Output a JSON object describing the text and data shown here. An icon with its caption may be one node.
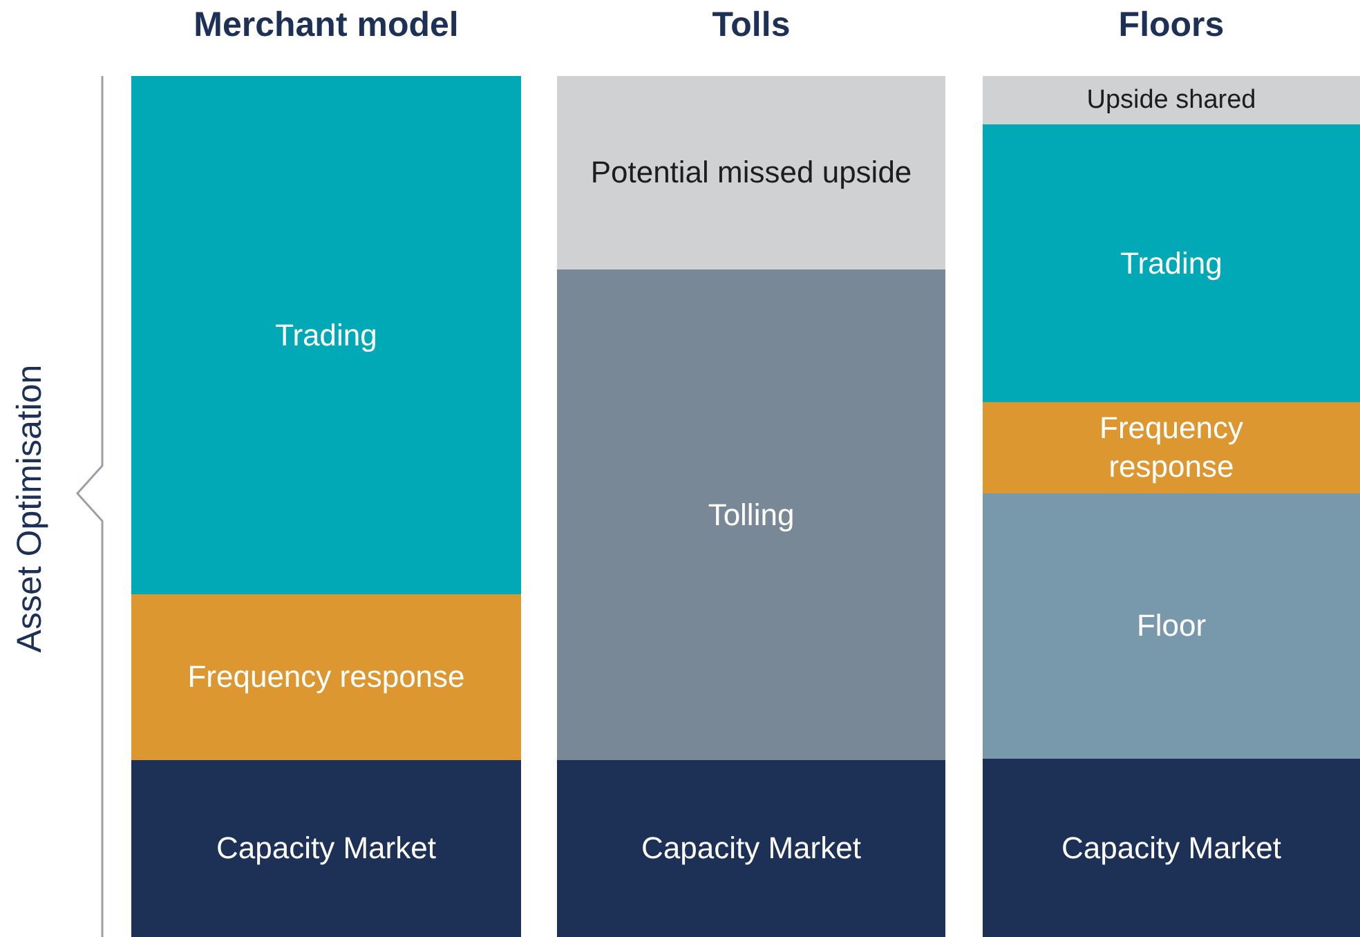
{
  "diagram": {
    "nodes": [
      {
        "text": [
          "Trading"
        ]
      },
      {
        "text": [
          "Frequency response"
        ]
      },
      {
        "text": [
          "Capacity Market"
        ]
      },
      {
        "text": [
          "Potential missed upside"
        ]
      },
      {
        "text": [
          "Tolling"
        ]
      },
      {
        "text": [
          "Capacity Market"
        ]
      },
      {
        "text": [
          "Upside shared"
        ]
      },
      {
        "text": [
          "Trading"
        ]
      },
      {
        "text": [
          "Frequency response"
        ]
      },
      {
        "text": [
          "Floor"
        ]
      },
      {
        "text": [
          "Capacity Market"
        ]
      }
    ],
    "labels": [
      "Merchant model",
      "Tolls",
      "Floors",
      "Asset Optimisation"
    ]
  }
}
